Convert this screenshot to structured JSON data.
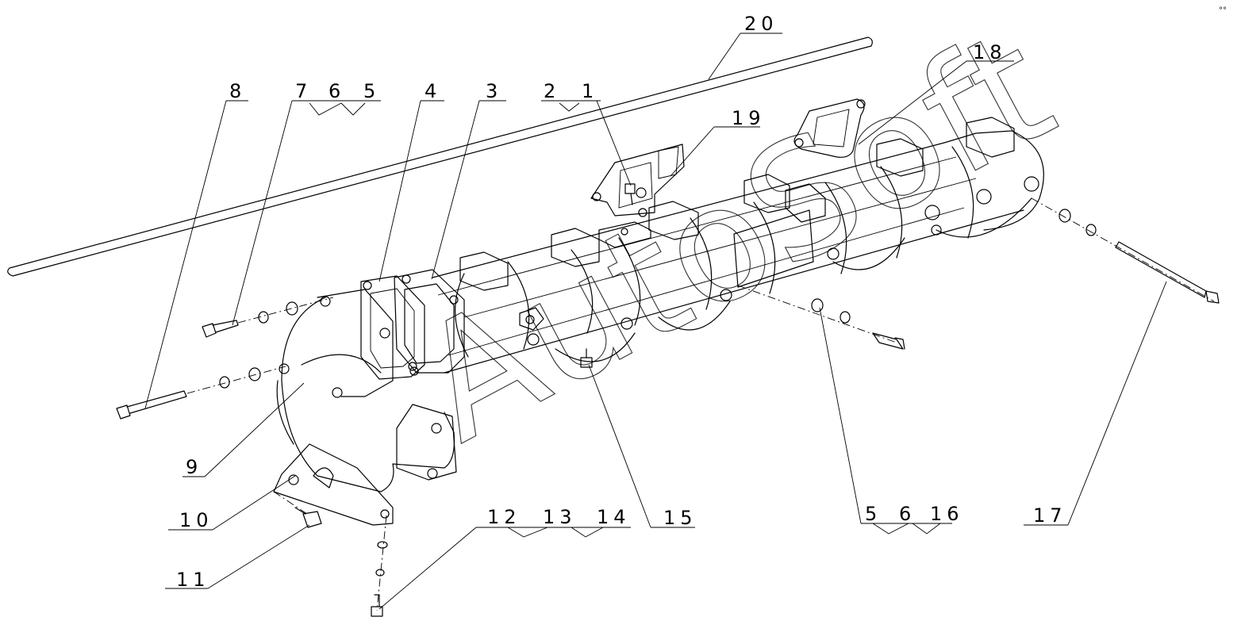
{
  "watermark": "AutoSoft",
  "corner_mark": "°°",
  "callouts": [
    {
      "id": "c20",
      "text": "20"
    },
    {
      "id": "c18",
      "text": "18"
    },
    {
      "id": "c8",
      "text": "8"
    },
    {
      "id": "c7",
      "text": "7"
    },
    {
      "id": "c6a",
      "text": "6"
    },
    {
      "id": "c5a",
      "text": "5"
    },
    {
      "id": "c4",
      "text": "4"
    },
    {
      "id": "c3",
      "text": "3"
    },
    {
      "id": "c2",
      "text": "2"
    },
    {
      "id": "c1",
      "text": "1"
    },
    {
      "id": "c19",
      "text": "19"
    },
    {
      "id": "c9",
      "text": "9"
    },
    {
      "id": "c10",
      "text": "10"
    },
    {
      "id": "c11",
      "text": "11"
    },
    {
      "id": "c12",
      "text": "12"
    },
    {
      "id": "c13",
      "text": "13"
    },
    {
      "id": "c14",
      "text": "14"
    },
    {
      "id": "c15",
      "text": "15"
    },
    {
      "id": "c5b",
      "text": "5"
    },
    {
      "id": "c6b",
      "text": "6"
    },
    {
      "id": "c16",
      "text": "16"
    },
    {
      "id": "c17",
      "text": "17"
    }
  ]
}
